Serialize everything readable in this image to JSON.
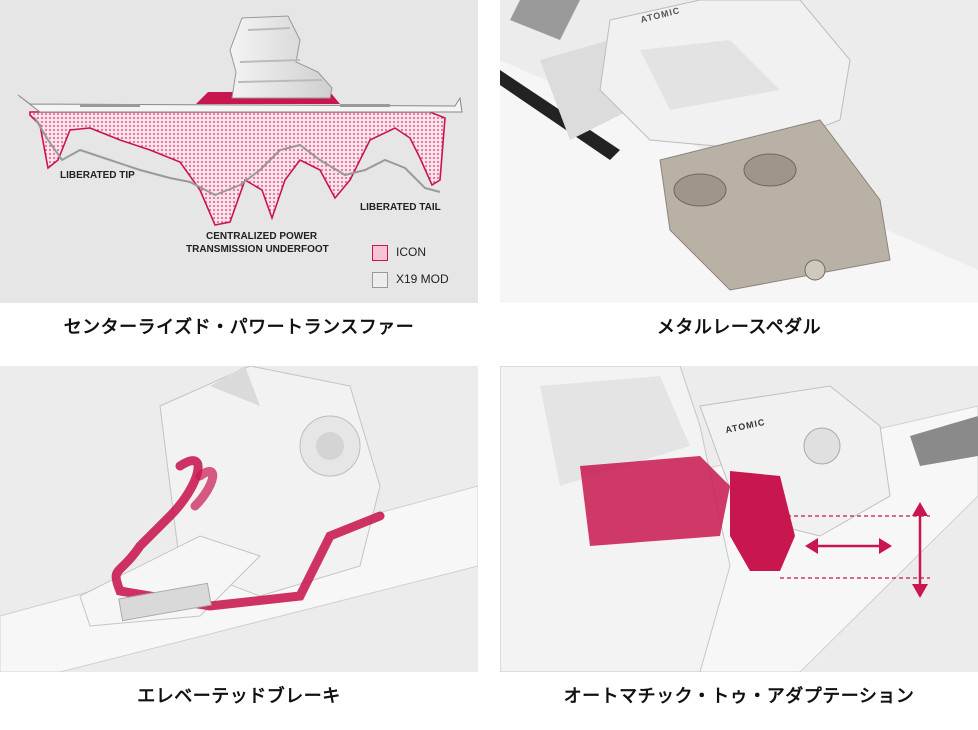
{
  "panels": [
    {
      "caption": "センターライズド・パワートランスファー",
      "labels": {
        "tip": "LIBERATED TIP",
        "center_line1": "CENTRALIZED POWER",
        "center_line2": "TRANSMISSION UNDERFOOT",
        "tail": "LIBERATED TAIL"
      },
      "legend": [
        {
          "label": "ICON",
          "color": "#d6336c"
        },
        {
          "label": "X19 MOD",
          "color": "#9a9a9a"
        }
      ]
    },
    {
      "caption": "メタルレースペダル",
      "brand_mark": "ATOMIC"
    },
    {
      "caption": "エレベーテッドブレーキ"
    },
    {
      "caption": "オートマチック・トゥ・アダプテーション",
      "brand_mark": "ATOMIC"
    }
  ],
  "colors": {
    "accent": "#c8174f",
    "panel_bg": "#e6e6e6"
  }
}
